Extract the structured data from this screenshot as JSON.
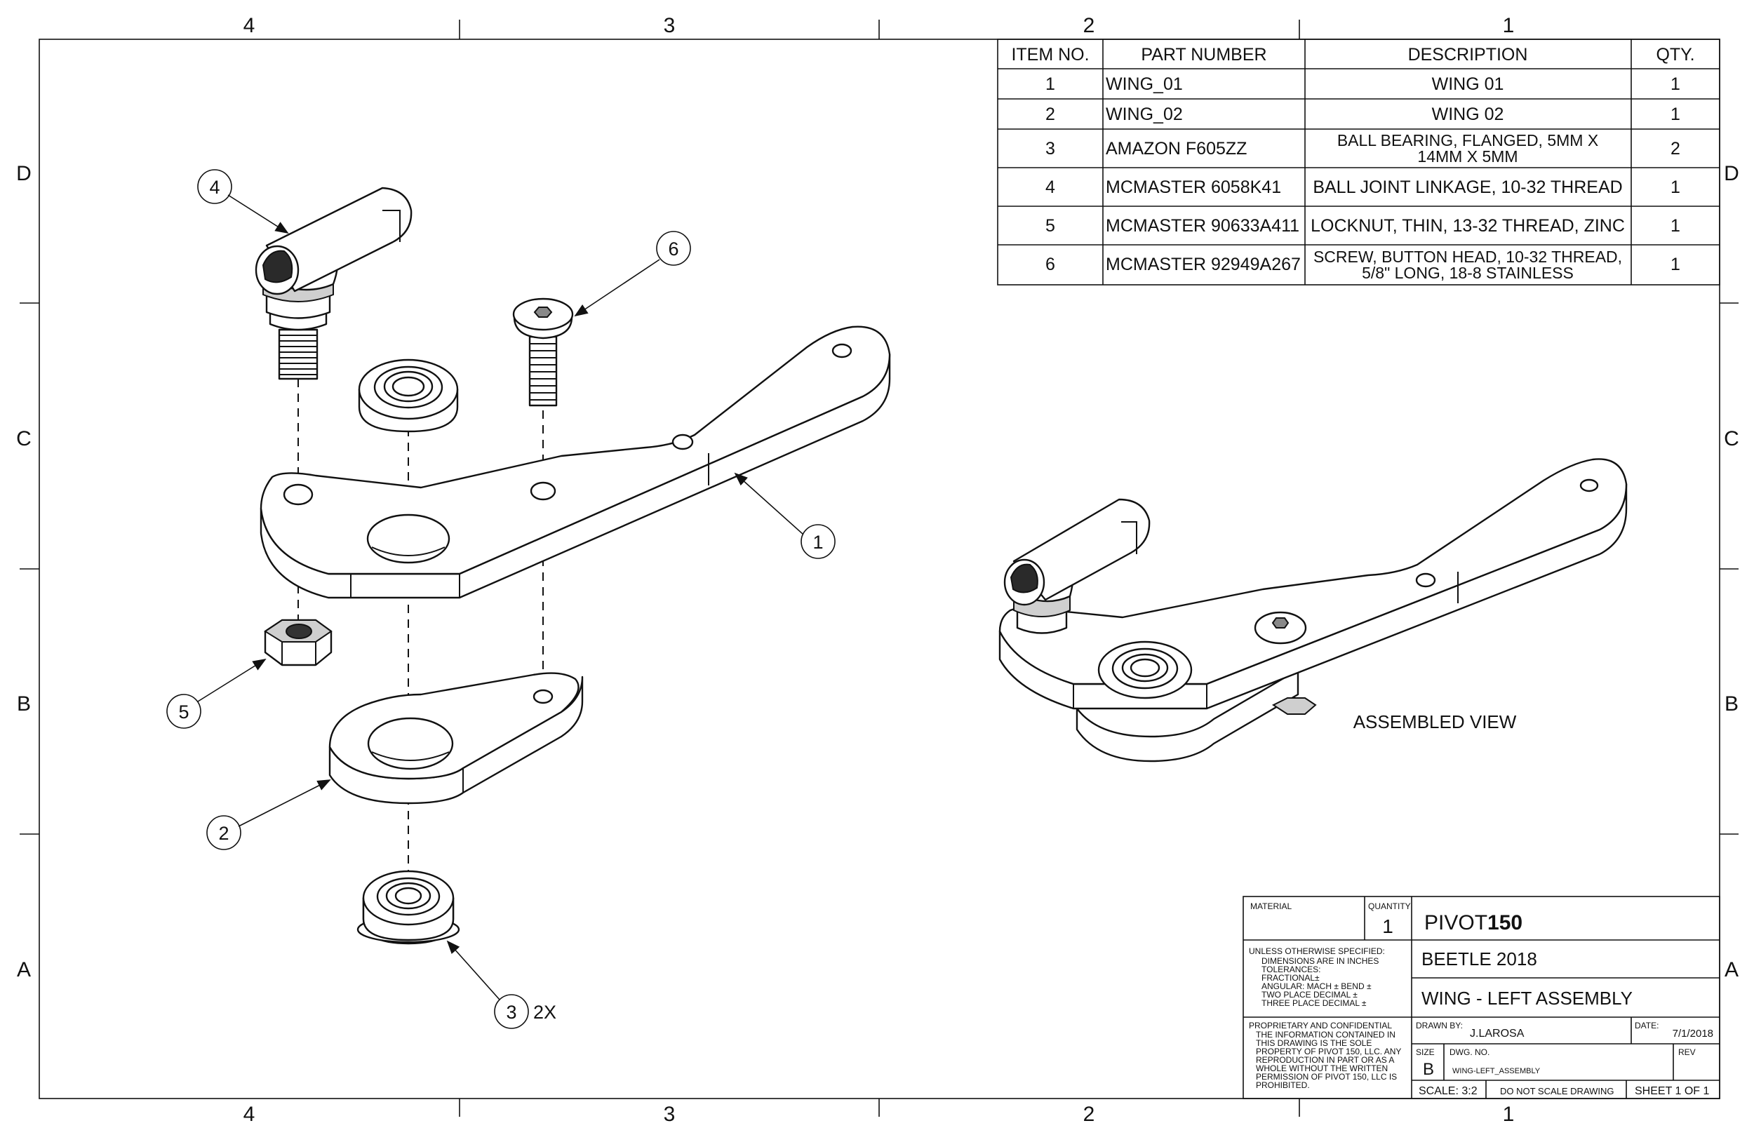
{
  "zones": {
    "columns": [
      "4",
      "3",
      "2",
      "1"
    ],
    "rows": [
      "D",
      "C",
      "B",
      "A"
    ]
  },
  "bom": {
    "headers": [
      "ITEM NO.",
      "PART NUMBER",
      "DESCRIPTION",
      "QTY."
    ],
    "rows": [
      {
        "item": "1",
        "part": "WING_01",
        "desc": [
          "WING 01"
        ],
        "qty": "1"
      },
      {
        "item": "2",
        "part": "WING_02",
        "desc": [
          "WING 02"
        ],
        "qty": "1"
      },
      {
        "item": "3",
        "part": "AMAZON F605ZZ",
        "desc": [
          "BALL BEARING, FLANGED, 5MM X",
          "14MM X 5MM"
        ],
        "qty": "2"
      },
      {
        "item": "4",
        "part": "MCMASTER 6058K41",
        "desc": [
          "BALL JOINT LINKAGE, 10-32 THREAD"
        ],
        "qty": "1"
      },
      {
        "item": "5",
        "part": "MCMASTER 90633A411",
        "desc": [
          "LOCKNUT, THIN, 13-32 THREAD, ZINC"
        ],
        "qty": "1"
      },
      {
        "item": "6",
        "part": "MCMASTER 92949A267",
        "desc": [
          "SCREW, BUTTON HEAD, 10-32 THREAD,",
          "5/8\" LONG, 18-8 STAINLESS"
        ],
        "qty": "1"
      }
    ]
  },
  "balloons": {
    "b1": "1",
    "b2": "2",
    "b3": "3",
    "b3_qty": "2X",
    "b4": "4",
    "b5": "5",
    "b6": "6"
  },
  "assembled_view_label": "ASSEMBLED VIEW",
  "title_block": {
    "material_label": "MATERIAL",
    "quantity_label": "QUANTITY",
    "quantity_value": "1",
    "company_prefix": "PIVOT",
    "company_suffix": "150",
    "project": "BEETLE 2018",
    "title": "WING - LEFT ASSEMBLY",
    "tolerances": [
      "UNLESS OTHERWISE SPECIFIED:",
      "DIMENSIONS ARE IN INCHES",
      "TOLERANCES:",
      "FRACTIONAL±",
      "ANGULAR: MACH ±    BEND ±",
      "TWO PLACE DECIMAL   ±",
      "THREE PLACE DECIMAL  ±"
    ],
    "proprietary": [
      "PROPRIETARY AND CONFIDENTIAL",
      "THE INFORMATION CONTAINED IN",
      "THIS DRAWING IS THE SOLE",
      "PROPERTY OF PIVOT 150, LLC. ANY",
      "REPRODUCTION IN PART OR AS A",
      "WHOLE WITHOUT THE WRITTEN",
      "PERMISSION OF PIVOT 150, LLC IS",
      "PROHIBITED."
    ],
    "drawn_by_label": "DRAWN BY:",
    "drawn_by": "J.LAROSA",
    "date_label": "DATE:",
    "date": "7/1/2018",
    "size_label": "SIZE",
    "size": "B",
    "dwg_no_label": "DWG.  NO.",
    "dwg_no": "WING-LEFT_ASSEMBLY",
    "rev_label": "REV",
    "scale": "SCALE: 3:2",
    "do_not_scale": "DO NOT SCALE DRAWING",
    "sheet": "SHEET 1 OF 1"
  }
}
